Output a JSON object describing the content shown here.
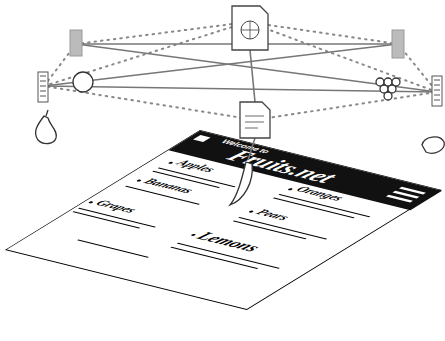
{
  "diagram": {
    "nodes": [
      {
        "text": [
          "Apples",
          "Oranges",
          "Bananas",
          "Pears",
          "Grapes",
          "Lemons"
        ]
      },
      {
        "text": [
          "Welcome to",
          "Fruits.net"
        ],
        "in": 0
      }
    ]
  }
}
